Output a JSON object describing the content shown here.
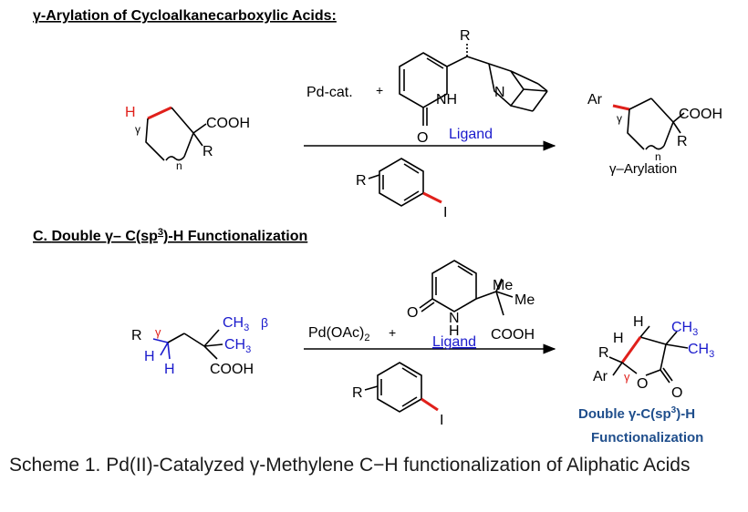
{
  "section_a": {
    "title": "γ-Arylation of Cycloalkanecarboxylic Acids:",
    "substrate": {
      "h": "H",
      "gamma": "γ",
      "cooh": "COOH",
      "r": "R",
      "n": "n"
    },
    "catalyst": "Pd-cat.",
    "plus": "+",
    "ligand_r": "R",
    "ligand_nh": "NH",
    "ligand_o": "O",
    "ligand_n": "N",
    "ligand_label": "Ligand",
    "aryl_r": "R",
    "aryl_i": "I",
    "product": {
      "ar": "Ar",
      "gamma": "γ",
      "cooh": "COOH",
      "r": "R",
      "n": "n"
    },
    "product_label": "γ–Arylation"
  },
  "section_c": {
    "title_prefix": "C.",
    "title_main": "Double γ– C(sp",
    "title_sup": "3",
    "title_end": ")-H Functionalization",
    "substrate": {
      "r": "R",
      "gamma": "γ",
      "ch3_top": "CH",
      "ch3_top_sub": "3",
      "beta": "β",
      "ch3_mid": "CH",
      "ch3_mid_sub": "3",
      "h1": "H",
      "h2": "H",
      "cooh": "COOH"
    },
    "catalyst": "Pd(OAc)",
    "catalyst_sub": "2",
    "plus": "+",
    "ligand_o": "O",
    "ligand_nh_n": "N",
    "ligand_nh_h": "H",
    "ligand_me1": "Me",
    "ligand_me2": "Me",
    "ligand_cooh": "COOH",
    "ligand_label": "Ligand",
    "aryl_r": "R",
    "aryl_i": "I",
    "product": {
      "h_top": "H",
      "h_mid": "H",
      "r": "R",
      "ar": "Ar",
      "gamma": "γ",
      "ring_o": "O",
      "carbonyl_o": "O",
      "ch3_1": "CH",
      "ch3_1_sub": "3",
      "ch3_2": "CH",
      "ch3_2_sub": "3"
    },
    "product_label_line1": "Double γ-C(sp",
    "product_label_sup": "3",
    "product_label_end": ")-H",
    "product_label_line2": "Functionalization"
  },
  "caption": "Scheme 1. Pd(II)-Catalyzed γ-Methylene C−H functionalization of Aliphatic Acids",
  "colors": {
    "red": "#e0201b",
    "blue": "#1a1acc",
    "navy": "#1f4e8c",
    "black": "#000000"
  }
}
